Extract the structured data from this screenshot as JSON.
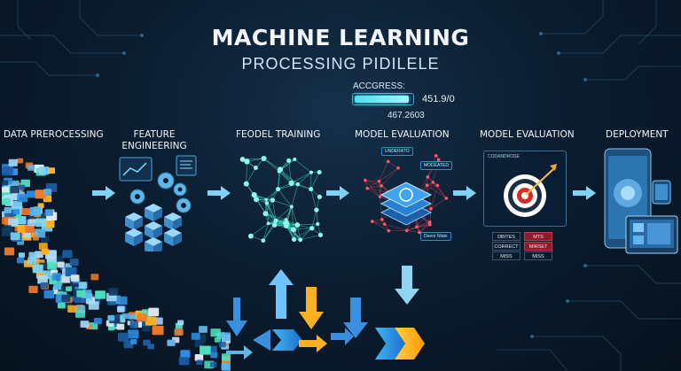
{
  "title": "MACHINE LEARNING",
  "subtitle": "PROCESSING PIDILELE",
  "accuracy": {
    "label": "ACCGRESS:",
    "value_text": "451.9/0",
    "sub_text": "467.2603",
    "fill_fraction": 0.95
  },
  "stages": [
    {
      "label": "DATA PREROCESSING"
    },
    {
      "label": "FEATURE\nENGINEERING"
    },
    {
      "label": "FEODEL TRAINING"
    },
    {
      "label": "MODEL EVALUATION"
    },
    {
      "label": "MODEL EVALUATION"
    },
    {
      "label": "DEPLOYMENT"
    }
  ],
  "eval_panel": {
    "tags": [
      "UNDERATO",
      "MODEATED",
      "Deeor Nlate"
    ],
    "header": "CODANDROSE",
    "matrix": [
      [
        "DBITES",
        "MTS"
      ],
      [
        "CORRECT",
        "MIRSET"
      ],
      [
        "MISS",
        "MISS"
      ]
    ]
  },
  "colors": {
    "accent": "#5ee9ff",
    "arrow": "#7fd4f5",
    "gold": "#ffb020",
    "blue": "#2f8fe0",
    "danger": "#c0394a"
  },
  "icons": [
    "data-collage-icon",
    "gears-cubes-icon",
    "neural-network-icon",
    "layered-model-icon",
    "target-icon",
    "tablet-device-icon"
  ]
}
